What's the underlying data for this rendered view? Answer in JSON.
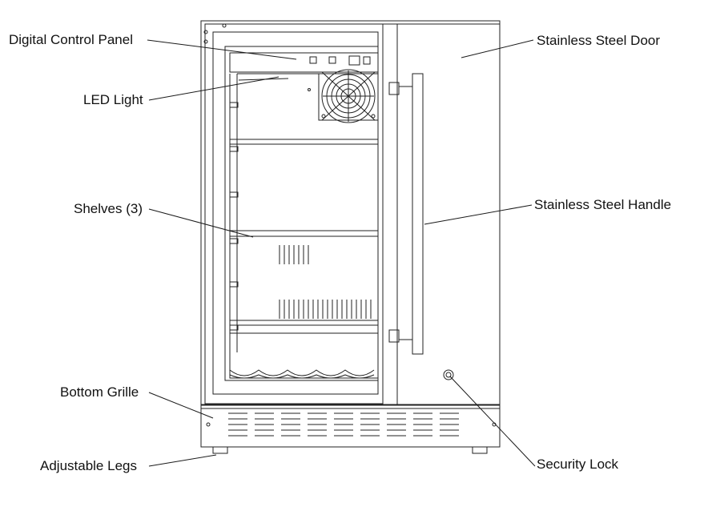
{
  "labels": {
    "digital_control_panel": "Digital Control Panel",
    "led_light": "LED Light",
    "shelves": "Shelves (3)",
    "bottom_grille": "Bottom Grille",
    "adjustable_legs": "Adjustable Legs",
    "stainless_steel_door": "Stainless Steel Door",
    "stainless_steel_handle": "Stainless Steel Handle",
    "security_lock": "Security Lock"
  }
}
